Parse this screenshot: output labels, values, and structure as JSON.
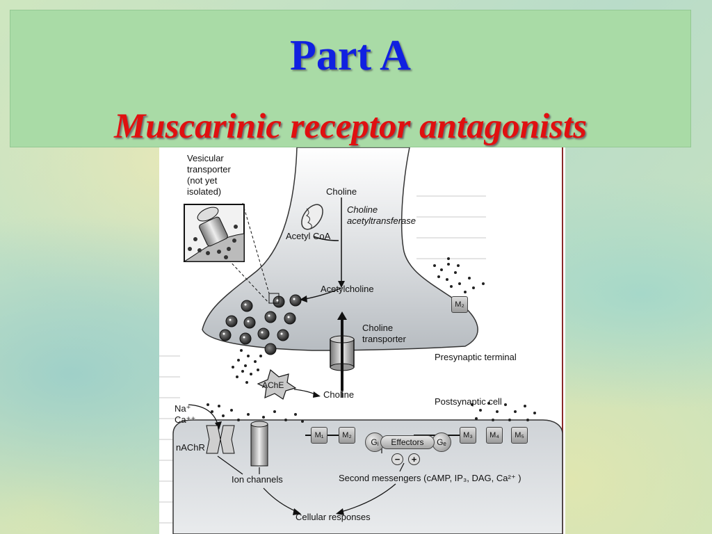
{
  "slide": {
    "title": "Part A",
    "subtitle": "Muscarinic  receptor antagonists"
  },
  "figure": {
    "labels": {
      "vesicular_transporter": [
        "Vesicular",
        "transporter",
        "(not yet",
        "isolated)"
      ],
      "choline_top": "Choline",
      "choline_acetyltransferase": [
        "Choline",
        "acetyltransferase"
      ],
      "acetyl_coa": "Acetyl CoA",
      "acetylcholine": "Acetylcholine",
      "choline_transporter": [
        "Choline",
        "transporter"
      ],
      "presynaptic_terminal": "Presynaptic terminal",
      "ache": "AChE",
      "choline_cleft": "Choline",
      "postsynaptic_cell": "Postsynaptic cell",
      "na": "Na⁺",
      "ca": "Ca⁺⁺",
      "nachr": "nAChR",
      "ion_channels": "Ion channels",
      "effectors": "Effectors",
      "minus": "−",
      "plus": "+",
      "second_messengers": "Second messengers  (cAMP, IP₃, DAG, Ca²⁺ )",
      "cellular_responses": "Cellular responses"
    },
    "receptors": {
      "presynaptic": "M₂",
      "left": [
        "M₁",
        "M₂"
      ],
      "right": [
        "M₃",
        "M₄",
        "M₅"
      ]
    },
    "g_proteins": [
      "Gᵢ",
      "Gₑ"
    ]
  }
}
